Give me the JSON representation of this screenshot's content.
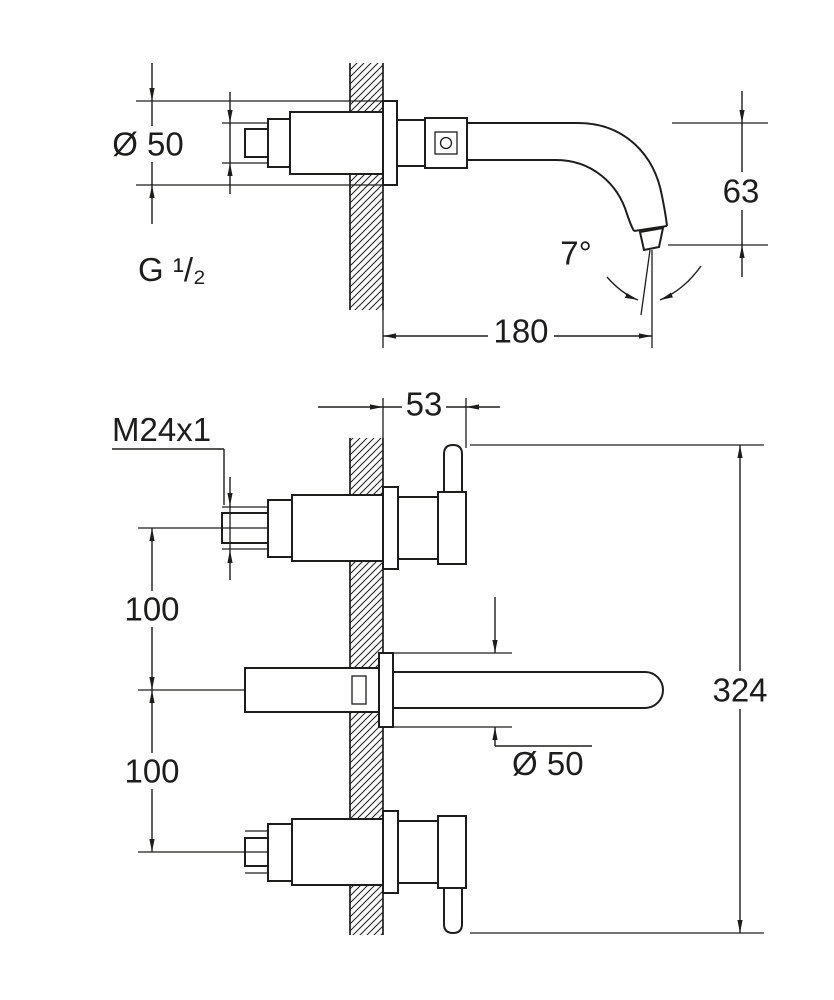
{
  "drawing": {
    "line_color": "#1d1d1b",
    "background": "#ffffff",
    "side_view": {
      "rosette_diameter": "Ø 50",
      "thread": "G ¹/₂",
      "spout_drop": "63",
      "spout_angle": "7°",
      "spout_reach": "180"
    },
    "front_view": {
      "wall_offset": "53",
      "thread": "M24x1",
      "upper_spacing": "100",
      "lower_spacing": "100",
      "rosette_diameter": "Ø 50",
      "overall_height": "324"
    }
  }
}
